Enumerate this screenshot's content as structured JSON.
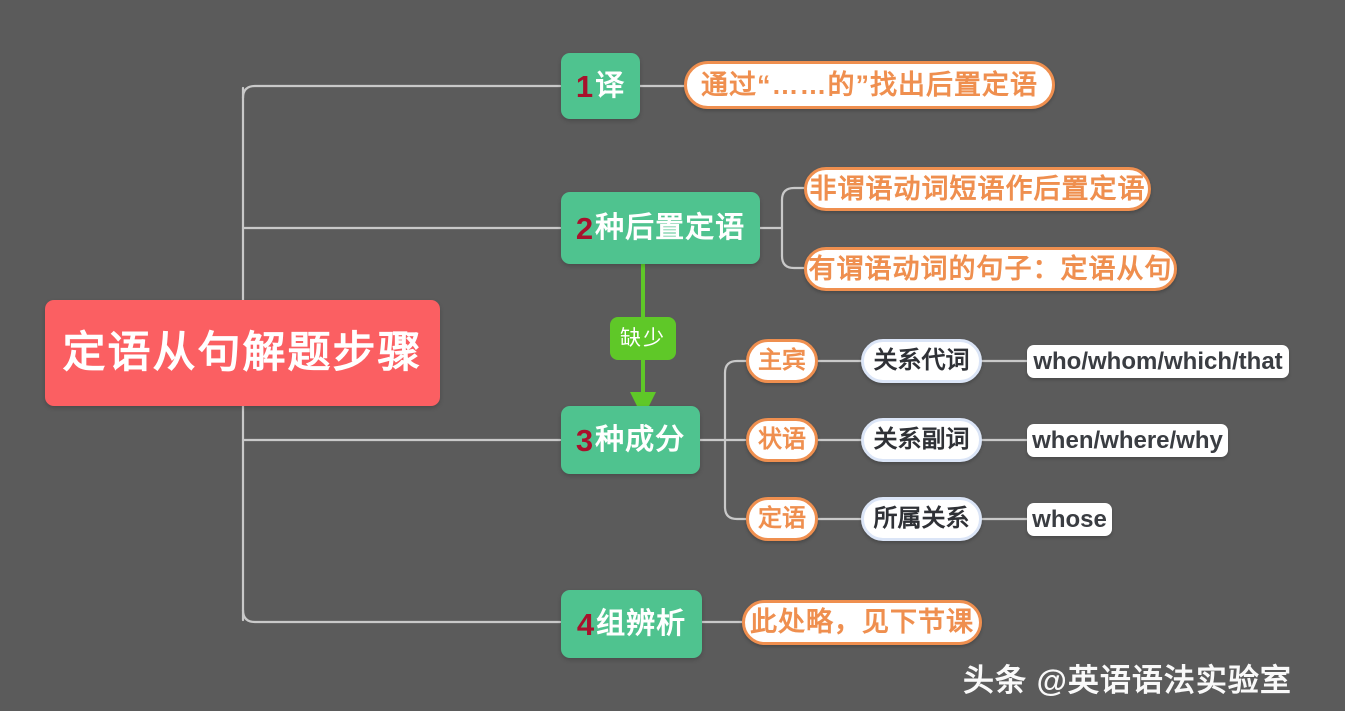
{
  "background_color": "#5b5b5b",
  "colors": {
    "root_fill": "#fb5f62",
    "branch_fill": "#4fc38f",
    "branch_number": "#a8112c",
    "orange_stroke": "#ef8f4f",
    "blue_stroke": "#dbe5f7",
    "wire": "#c9c9c9",
    "arrow_green": "#5fc828",
    "text_dark": "#3a3d42"
  },
  "root": {
    "label": "定语从句解题步骤"
  },
  "branches": [
    {
      "number": "1",
      "label": "译",
      "children": [
        {
          "text": "通过“……的”找出后置定语",
          "style": "orange-pill"
        }
      ]
    },
    {
      "number": "2",
      "label": "种后置定语",
      "children": [
        {
          "text": "非谓语动词短语作后置定语",
          "style": "orange-pill"
        },
        {
          "text": "有谓语动词的句子：定语从句",
          "style": "orange-pill"
        }
      ]
    },
    {
      "number": "3",
      "label": "种成分",
      "rows": [
        {
          "role": "主宾",
          "relative": "关系代词",
          "words": "who/whom/which/that"
        },
        {
          "role": "状语",
          "relative": "关系副词",
          "words": "when/where/why"
        },
        {
          "role": "定语",
          "relative": "所属关系",
          "words": "whose"
        }
      ]
    },
    {
      "number": "4",
      "label": "组辨析",
      "children": [
        {
          "text": "此处略，见下节课",
          "style": "orange-pill"
        }
      ]
    }
  ],
  "flow_arrow": {
    "label": "缺少",
    "from": "2种后置定语",
    "to": "3种成分"
  },
  "watermark": {
    "text": "头条 @英语语法实验室"
  }
}
